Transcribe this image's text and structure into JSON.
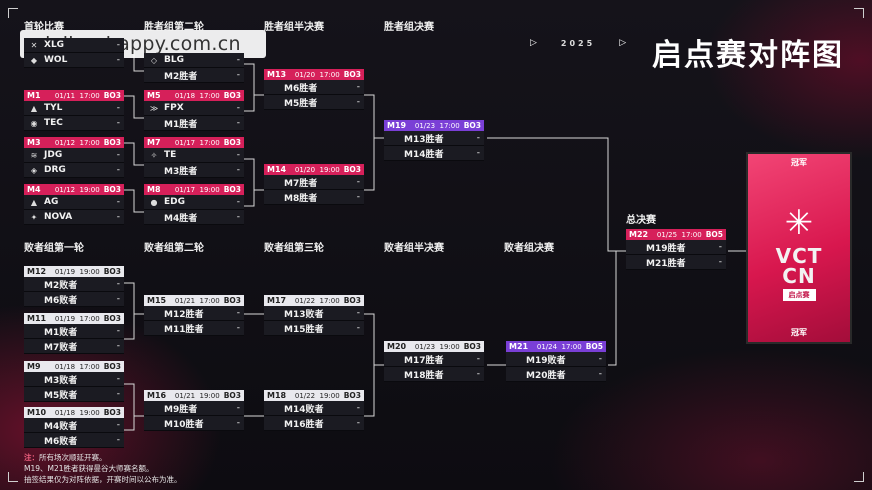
{
  "watermark": "lejing-happy.com.cn",
  "header": {
    "year": "2025",
    "title": "启点赛对阵图"
  },
  "round_labels": {
    "u1": "首轮比赛",
    "u2": "胜者组第二轮",
    "u3": "胜者组半决赛",
    "u4": "胜者组决赛",
    "l1": "败者组第一轮",
    "l2": "败者组第二轮",
    "l3": "败者组第三轮",
    "l4": "败者组半决赛",
    "l5": "败者组决赛",
    "gf": "总决赛"
  },
  "matches": {
    "m0": {
      "id": "",
      "date": "",
      "time": "",
      "fmt": "",
      "rows": [
        {
          "logo": "✕",
          "team": "XLG",
          "score": "-"
        },
        {
          "logo": "◆",
          "team": "WOL",
          "score": "-"
        }
      ]
    },
    "m1": {
      "id": "M1",
      "date": "01/11",
      "time": "17:00",
      "fmt": "BO3",
      "rows": [
        {
          "logo": "▲",
          "team": "TYL",
          "score": "-"
        },
        {
          "logo": "◉",
          "team": "TEC",
          "score": "-"
        }
      ]
    },
    "m3": {
      "id": "M3",
      "date": "01/12",
      "time": "17:00",
      "fmt": "BO3",
      "rows": [
        {
          "logo": "≋",
          "team": "JDG",
          "score": "-"
        },
        {
          "logo": "◈",
          "team": "DRG",
          "score": "-"
        }
      ]
    },
    "m4": {
      "id": "M4",
      "date": "01/12",
      "time": "19:00",
      "fmt": "BO3",
      "rows": [
        {
          "logo": "▲",
          "team": "AG",
          "score": "-"
        },
        {
          "logo": "✦",
          "team": "NOVA",
          "score": "-"
        }
      ]
    },
    "m6": {
      "id": "",
      "date": "",
      "time": "",
      "fmt": "",
      "rows": [
        {
          "logo": "◇",
          "team": "BLG",
          "score": "-"
        },
        {
          "logo": "",
          "team": "M2胜者",
          "score": "-"
        }
      ]
    },
    "m5": {
      "id": "M5",
      "date": "01/18",
      "time": "17:00",
      "fmt": "BO3",
      "rows": [
        {
          "logo": "≫",
          "team": "FPX",
          "score": "-"
        },
        {
          "logo": "",
          "team": "M1胜者",
          "score": "-"
        }
      ]
    },
    "m7": {
      "id": "M7",
      "date": "01/17",
      "time": "17:00",
      "fmt": "BO3",
      "rows": [
        {
          "logo": "✧",
          "team": "TE",
          "score": "-"
        },
        {
          "logo": "",
          "team": "M3胜者",
          "score": "-"
        }
      ]
    },
    "m8": {
      "id": "M8",
      "date": "01/17",
      "time": "19:00",
      "fmt": "BO3",
      "rows": [
        {
          "logo": "●",
          "team": "EDG",
          "score": "-"
        },
        {
          "logo": "",
          "team": "M4胜者",
          "score": "-"
        }
      ]
    },
    "m13": {
      "id": "M13",
      "date": "01/20",
      "time": "17:00",
      "fmt": "BO3",
      "rows": [
        {
          "logo": "",
          "team": "M6胜者",
          "score": "-"
        },
        {
          "logo": "",
          "team": "M5胜者",
          "score": "-"
        }
      ]
    },
    "m14": {
      "id": "M14",
      "date": "01/20",
      "time": "19:00",
      "fmt": "BO3",
      "rows": [
        {
          "logo": "",
          "team": "M7胜者",
          "score": "-"
        },
        {
          "logo": "",
          "team": "M8胜者",
          "score": "-"
        }
      ]
    },
    "m19": {
      "id": "M19",
      "date": "01/23",
      "time": "17:00",
      "fmt": "BO3",
      "rows": [
        {
          "logo": "",
          "team": "M13胜者",
          "score": "-"
        },
        {
          "logo": "",
          "team": "M14胜者",
          "score": "-"
        }
      ]
    },
    "m22": {
      "id": "M22",
      "date": "01/25",
      "time": "17:00",
      "fmt": "BO5",
      "rows": [
        {
          "logo": "",
          "team": "M19胜者",
          "score": "-"
        },
        {
          "logo": "",
          "team": "M21胜者",
          "score": "-"
        }
      ]
    },
    "m12": {
      "id": "M12",
      "date": "01/19",
      "time": "19:00",
      "fmt": "BO3",
      "rows": [
        {
          "logo": "",
          "team": "M2败者",
          "score": "-"
        },
        {
          "logo": "",
          "team": "M6败者",
          "score": "-"
        }
      ]
    },
    "m11": {
      "id": "M11",
      "date": "01/19",
      "time": "17:00",
      "fmt": "BO3",
      "rows": [
        {
          "logo": "",
          "team": "M1败者",
          "score": "-"
        },
        {
          "logo": "",
          "team": "M7败者",
          "score": "-"
        }
      ]
    },
    "m9": {
      "id": "M9",
      "date": "01/18",
      "time": "17:00",
      "fmt": "BO3",
      "rows": [
        {
          "logo": "",
          "team": "M3败者",
          "score": "-"
        },
        {
          "logo": "",
          "team": "M5败者",
          "score": "-"
        }
      ]
    },
    "m10": {
      "id": "M10",
      "date": "01/18",
      "time": "19:00",
      "fmt": "BO3",
      "rows": [
        {
          "logo": "",
          "team": "M4败者",
          "score": "-"
        },
        {
          "logo": "",
          "team": "M6败者",
          "score": "-"
        }
      ]
    },
    "m15": {
      "id": "M15",
      "date": "01/21",
      "time": "17:00",
      "fmt": "BO3",
      "rows": [
        {
          "logo": "",
          "team": "M12胜者",
          "score": "-"
        },
        {
          "logo": "",
          "team": "M11胜者",
          "score": "-"
        }
      ]
    },
    "m16": {
      "id": "M16",
      "date": "01/21",
      "time": "19:00",
      "fmt": "BO3",
      "rows": [
        {
          "logo": "",
          "team": "M9胜者",
          "score": "-"
        },
        {
          "logo": "",
          "team": "M10胜者",
          "score": "-"
        }
      ]
    },
    "m17": {
      "id": "M17",
      "date": "01/22",
      "time": "17:00",
      "fmt": "BO3",
      "rows": [
        {
          "logo": "",
          "team": "M13败者",
          "score": "-"
        },
        {
          "logo": "",
          "team": "M15胜者",
          "score": "-"
        }
      ]
    },
    "m18": {
      "id": "M18",
      "date": "01/22",
      "time": "19:00",
      "fmt": "BO3",
      "rows": [
        {
          "logo": "",
          "team": "M14败者",
          "score": "-"
        },
        {
          "logo": "",
          "team": "M16胜者",
          "score": "-"
        }
      ]
    },
    "m20": {
      "id": "M20",
      "date": "01/23",
      "time": "19:00",
      "fmt": "BO3",
      "rows": [
        {
          "logo": "",
          "team": "M17胜者",
          "score": "-"
        },
        {
          "logo": "",
          "team": "M18胜者",
          "score": "-"
        }
      ]
    },
    "m21": {
      "id": "M21",
      "date": "01/24",
      "time": "17:00",
      "fmt": "BO5",
      "rows": [
        {
          "logo": "",
          "team": "M19败者",
          "score": "-"
        },
        {
          "logo": "",
          "team": "M20胜者",
          "score": "-"
        }
      ]
    }
  },
  "champion": {
    "top": "冠军",
    "bottom": "冠军",
    "line1": "VCT",
    "line2": "CN",
    "tag": "启点赛"
  },
  "notes": {
    "label": "注：",
    "line1": "所有场次顺延开赛。",
    "line2": "M19、M21胜者获得曼谷大师赛名额。",
    "line3": "抽签结果仅为对阵依据，开赛时间以公布为准。"
  }
}
